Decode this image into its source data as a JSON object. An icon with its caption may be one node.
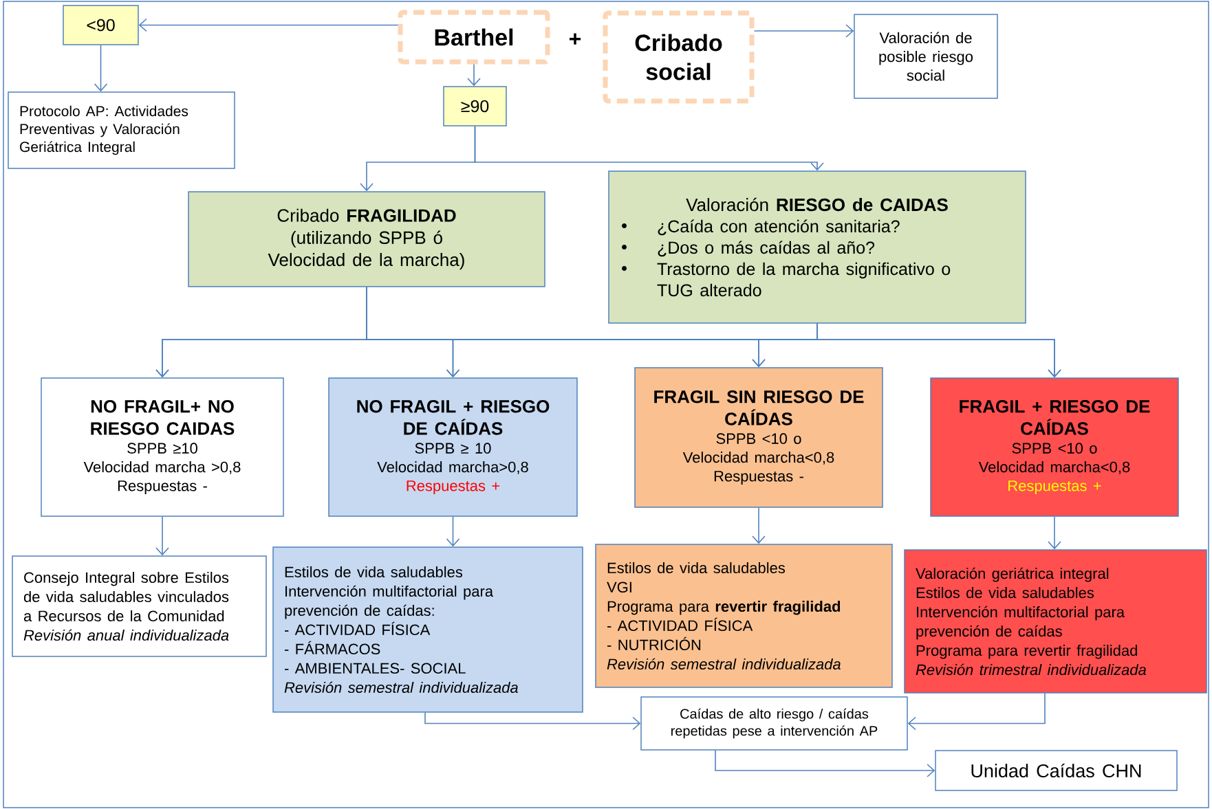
{
  "diagram": {
    "nodes": [
      {
        "text": [
          "<90"
        ]
      },
      {
        "text": [
          "Barthel"
        ]
      },
      {
        "text": [
          "Cribado social"
        ]
      },
      {
        "text": [
          "Valoración de posible riesgo social"
        ]
      },
      {
        "text": [
          "Protocolo AP: Actividades Preventivas y Valoración Geriátrica Integral"
        ]
      },
      {
        "text": [
          "≥90"
        ]
      },
      {
        "text": [
          "Cribado **FRAGILIDAD** (utilizando SPPB ó Velocidad de la marcha)"
        ]
      },
      {
        "text": [
          "Valoración **RIESGO de CAIDAS**",
          "¿Caída con atención sanitaria?",
          "¿Dos o más caídas al año?",
          "Trastorno de la marcha significativo o TUG alterado"
        ]
      },
      {
        "text": [
          "NO FRAGIL+ NO RIESGO CAIDAS",
          "SPPB ≥10",
          "Velocidad marcha >0,8",
          "Respuestas -"
        ]
      },
      {
        "text": [
          "NO FRAGIL + RIESGO DE CAÍDAS",
          "SPPB ≥ 10",
          "Velocidad marcha>0,8",
          "Respuestas +"
        ]
      },
      {
        "text": [
          "FRAGIL SIN RIESGO DE CAÍDAS",
          "SPPB <10 o",
          "Velocidad marcha<0,8",
          "Respuestas -"
        ]
      },
      {
        "text": [
          "FRAGIL + RIESGO DE CAÍDAS",
          "SPPB <10 o",
          "Velocidad marcha<0,8",
          "Respuestas +"
        ]
      },
      {
        "text": [
          "Consejo Integral sobre Estilos de vida saludables vinculados a Recursos de la Comunidad",
          "Revisión anual individualizada"
        ]
      },
      {
        "text": [
          "Estilos de vida saludables",
          "Intervención multifactorial para prevención de caídas:",
          "- ACTIVIDAD FÍSICA",
          "- FÁRMACOS",
          "- AMBIENTALES- SOCIAL",
          "Revisión semestral individualizada"
        ]
      },
      {
        "text": [
          "Estilos de vida saludables",
          "VGI",
          "Programa para **revertir fragilidad**",
          "- ACTIVIDAD FÍSICA",
          "- NUTRICIÓN",
          "Revisión semestral individualizada"
        ]
      },
      {
        "text": [
          "Valoración geriátrica integral",
          "Estilos de vida saludables",
          "Intervención multifactorial para prevención de caídas",
          "Programa para revertir fragilidad",
          "Revisión trimestral individualizada"
        ]
      },
      {
        "text": [
          "Caídas de alto riesgo / caídas repetidas pese a intervención AP"
        ]
      },
      {
        "text": [
          "Unidad Caídas CHN"
        ]
      }
    ],
    "edges": [
      {
        "from": 1,
        "to": 0,
        "arrow": "to"
      },
      {
        "from": 0,
        "to": 4,
        "arrow": "to"
      },
      {
        "from": 1,
        "to": 5,
        "arrow": "to"
      },
      {
        "from": 2,
        "to": 3,
        "arrow": "to"
      },
      {
        "from": 5,
        "to": 6,
        "arrow": "to"
      },
      {
        "from": 5,
        "to": 7,
        "arrow": "to"
      },
      {
        "from": 6,
        "to": 8,
        "arrow": "to"
      },
      {
        "from": 6,
        "to": 9,
        "arrow": "to"
      },
      {
        "from": 6,
        "to": 10,
        "arrow": "to"
      },
      {
        "from": 6,
        "to": 11,
        "arrow": "to"
      },
      {
        "from": 7,
        "to": 8,
        "arrow": "to"
      },
      {
        "from": 7,
        "to": 9,
        "arrow": "to"
      },
      {
        "from": 7,
        "to": 10,
        "arrow": "to"
      },
      {
        "from": 7,
        "to": 11,
        "arrow": "to"
      },
      {
        "from": 8,
        "to": 12,
        "arrow": "to"
      },
      {
        "from": 9,
        "to": 13,
        "arrow": "to"
      },
      {
        "from": 10,
        "to": 14,
        "arrow": "to"
      },
      {
        "from": 11,
        "to": 15,
        "arrow": "to"
      },
      {
        "from": 13,
        "to": 16,
        "arrow": "to"
      },
      {
        "from": 15,
        "to": 16,
        "arrow": "to"
      },
      {
        "from": 16,
        "to": 17,
        "arrow": "to"
      }
    ],
    "labels": [
      "+"
    ]
  }
}
